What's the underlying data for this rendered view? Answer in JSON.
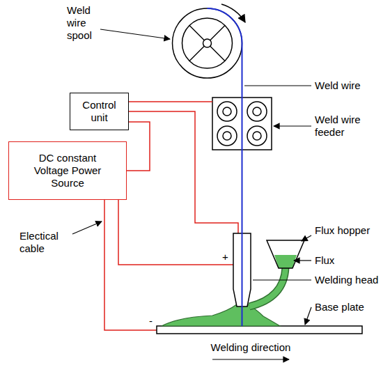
{
  "diagram": {
    "nodes": [
      {
        "text": [
          "Control unit"
        ]
      },
      {
        "text": [
          "DC constant Voltage Power Source"
        ]
      }
    ],
    "edges": [
      {
        "from": 0,
        "to": 1,
        "arrow": "none"
      }
    ],
    "labels": [
      "Weld wire spool",
      "Weld wire",
      "Weld wire feeder",
      "Flux hopper",
      "Flux",
      "Welding head",
      "Base plate",
      "Electical cable",
      "+",
      "-",
      "Welding direction"
    ]
  }
}
